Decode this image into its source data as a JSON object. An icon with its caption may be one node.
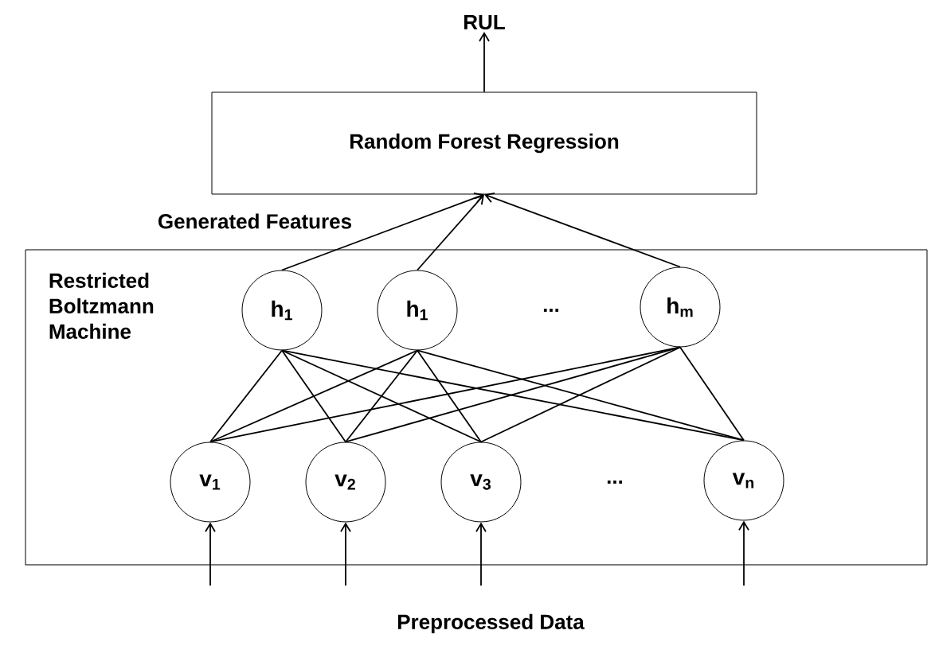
{
  "diagram": {
    "nodes": [
      {
        "text": [
          "RUL"
        ]
      },
      {
        "text": [
          "Random Forest Regression"
        ]
      },
      {
        "text": [
          "Restricted Boltzmann Machine"
        ]
      },
      {
        "text": [
          "h$_{1}$"
        ],
        "in": 2
      },
      {
        "text": [
          "h$_{1}$"
        ],
        "in": 2
      },
      {
        "text": [
          "h$_{m}$"
        ],
        "in": 2
      },
      {
        "text": [
          "v$_{1}$"
        ],
        "in": 2
      },
      {
        "text": [
          "v$_{2}$"
        ],
        "in": 2
      },
      {
        "text": [
          "v$_{3}$"
        ],
        "in": 2
      },
      {
        "text": [
          "v$_{n}$"
        ],
        "in": 2
      }
    ],
    "edges": [
      {
        "from": 1,
        "to": 0,
        "arrow": "to"
      },
      {
        "from": 3,
        "to": 1,
        "arrow": "to"
      },
      {
        "from": 4,
        "to": 1,
        "arrow": "to"
      },
      {
        "from": 5,
        "to": 1,
        "arrow": "to"
      },
      {
        "from": 3,
        "to": 6,
        "arrow": "none"
      },
      {
        "from": 3,
        "to": 7,
        "arrow": "none"
      },
      {
        "from": 3,
        "to": 8,
        "arrow": "none"
      },
      {
        "from": 3,
        "to": 9,
        "arrow": "none"
      },
      {
        "from": 4,
        "to": 6,
        "arrow": "none"
      },
      {
        "from": 4,
        "to": 7,
        "arrow": "none"
      },
      {
        "from": 4,
        "to": 8,
        "arrow": "none"
      },
      {
        "from": 4,
        "to": 9,
        "arrow": "none"
      },
      {
        "from": 5,
        "to": 6,
        "arrow": "none"
      },
      {
        "from": 5,
        "to": 7,
        "arrow": "none"
      },
      {
        "from": 5,
        "to": 8,
        "arrow": "none"
      },
      {
        "from": 5,
        "to": 9,
        "arrow": "none"
      },
      {
        "from": null,
        "to": 6,
        "arrow": "to"
      },
      {
        "from": null,
        "to": 7,
        "arrow": "to"
      },
      {
        "from": null,
        "to": 8,
        "arrow": "to"
      },
      {
        "from": null,
        "to": 9,
        "arrow": "to"
      }
    ],
    "labels": [
      "Generated Features",
      "...",
      "...",
      "Preprocessed Data"
    ]
  }
}
